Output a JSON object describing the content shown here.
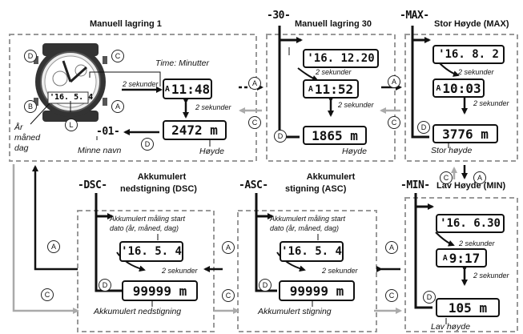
{
  "titles": {
    "m1": "Manuell lagring 1",
    "m30": "Manuell lagring 30",
    "max": "Stor Høyde (MAX)",
    "min": "Lav Høyde (MIN)",
    "asc": "Akkumulert stigning (ASC)",
    "dsc": "Akkumulert nedstigning (DSC)"
  },
  "title_lines": {
    "asc_1": "Akkumulert",
    "asc_2": "stigning (ASC)",
    "dsc_1": "Akkumulert",
    "dsc_2": "nedstigning (DSC)"
  },
  "mode_labels": {
    "m30": "-30-",
    "max": "-MAX-",
    "min": "-MIN-",
    "asc": "-ASC-",
    "dsc": "-DSC-",
    "mem": "-01-"
  },
  "buttons": {
    "a": "A",
    "c": "C",
    "d": "D",
    "b": "B",
    "l": "L"
  },
  "hold_label": "2 sekunder",
  "labels": {
    "time_minutter": "Time: Minutter",
    "hoyde": "Høyde",
    "minne_navn": "Minne navn",
    "ar": "År",
    "maned": "måned",
    "dag": "dag",
    "stor_hoyde": "Stor høyde",
    "lav_hoyde": "Lav høyde",
    "akk_stigning": "Akkumulert stigning",
    "akk_nedstigning": "Akkumulert nedstigning",
    "akk_start_1": "Akkumulert måling start",
    "akk_start_2": "dato (år, måned, dag)"
  },
  "lcd": {
    "m1_time": "11:48",
    "m1_time_prefix": "A",
    "m1_alt": "2472 m",
    "m30_date": "'16. 12.20",
    "m30_time": "11:52",
    "m30_time_prefix": "A",
    "m30_alt": "1865 m",
    "max_date": "'16. 8. 2",
    "max_time": "10:03",
    "max_time_prefix": "A",
    "max_alt": "3776 m",
    "min_date": "'16. 6.30",
    "min_time": "9:17",
    "min_time_prefix": "A",
    "min_alt": "105 m",
    "asc_date": "'16. 5. 4",
    "asc_val": "99999 m",
    "dsc_date": "'16. 5. 4",
    "dsc_val": "99999 m",
    "watch_date": "'16. 5. 4"
  }
}
